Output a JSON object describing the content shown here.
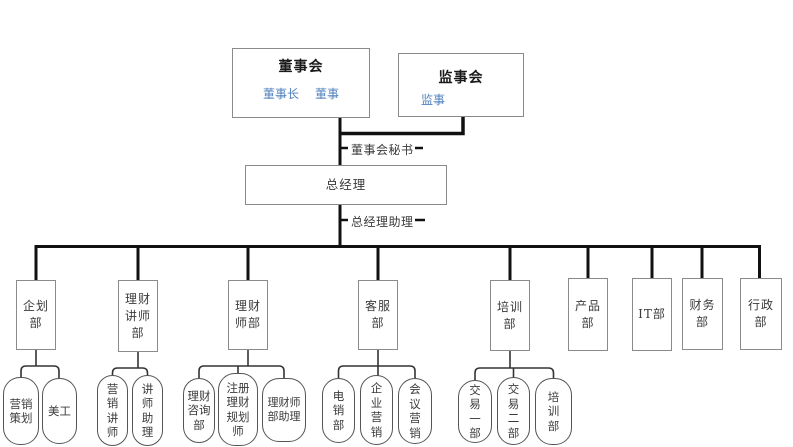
{
  "board": {
    "title": "董事会",
    "members": [
      "董事长",
      "董事"
    ]
  },
  "supervisory": {
    "title": "监事会",
    "members": [
      "监事"
    ]
  },
  "secretary_label": "董事会秘书",
  "gm_label": "总经理",
  "assistant_label": "总经理助理",
  "departments": [
    {
      "label": "企划部",
      "lines": "企划\n部"
    },
    {
      "label": "理财讲师部",
      "lines": "理财\n讲师\n部"
    },
    {
      "label": "理财师部",
      "lines": "理财\n师部"
    },
    {
      "label": "客服部",
      "lines": "客服\n部"
    },
    {
      "label": "培训部",
      "lines": "培训\n部"
    },
    {
      "label": "产品部",
      "lines": "产品\n部"
    },
    {
      "label": "IT部",
      "lines": "IT部"
    },
    {
      "label": "财务部",
      "lines": "财务\n部"
    },
    {
      "label": "行政部",
      "lines": "行政\n部"
    }
  ],
  "teams": [
    {
      "label": "营销策划",
      "lines": "营销\n策划",
      "parent": "企划部"
    },
    {
      "label": "美工",
      "lines": "美工",
      "parent": "企划部"
    },
    {
      "label": "营销讲师",
      "lines": "营\n销\n讲\n师",
      "parent": "理财讲师部"
    },
    {
      "label": "讲师助理",
      "lines": "讲\n师\n助\n理",
      "parent": "理财讲师部"
    },
    {
      "label": "理财咨询部",
      "lines": "理财\n咨询\n部",
      "parent": "理财师部"
    },
    {
      "label": "注册理财规划师",
      "lines": "注册\n理财\n规划\n师",
      "parent": "理财师部"
    },
    {
      "label": "理财师部助理",
      "lines": "理财师\n部助理",
      "parent": "理财师部"
    },
    {
      "label": "电销部",
      "lines": "电\n销\n部",
      "parent": "客服部"
    },
    {
      "label": "企业营销",
      "lines": "企\n业\n营\n销",
      "parent": "客服部"
    },
    {
      "label": "会议营销",
      "lines": "会\n议\n营\n销",
      "parent": "客服部"
    },
    {
      "label": "交易一部",
      "lines": "交\n易\n一\n部",
      "parent": "培训部"
    },
    {
      "label": "交易二部",
      "lines": "交\n易\n二\n部",
      "parent": "培训部"
    },
    {
      "label": "培训部",
      "lines": "培\n训\n部",
      "parent": "培训部"
    }
  ],
  "colors": {
    "member_link_blue": "#4f81bd",
    "connector_line": "#111111",
    "rect_border": "#8a8a8a",
    "capsule_border": "#555555"
  }
}
